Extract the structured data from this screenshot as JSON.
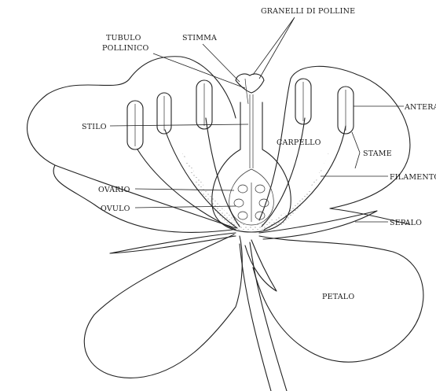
{
  "labels": {
    "granelli": "GRANELLI DI POLLINE",
    "tubulo_1": "TUBULO",
    "tubulo_2": "POLLINICO",
    "stimma": "STIMMA",
    "antera": "ANTERA",
    "stilo": "STILO",
    "carpello": "CARPELLO",
    "stame": "STAME",
    "filamento": "FILAMENTO",
    "ovario": "OVARIO",
    "ovulo": "OVULO",
    "sepalo": "SEPALO",
    "petalo": "PETALO"
  },
  "colors": {
    "ink": "#222222",
    "paper": "#ffffff"
  }
}
